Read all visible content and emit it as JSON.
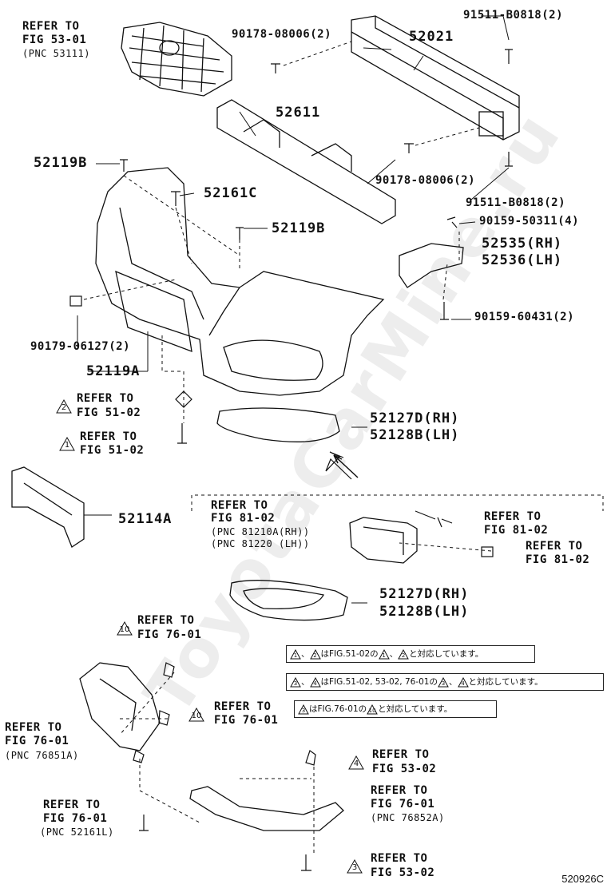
{
  "watermark": "ToyotaCarMine.ru",
  "diagram_code": "520926C",
  "labels": {
    "refer_53_01": [
      "REFER TO",
      "FIG 53-01",
      "(PNC 53111)"
    ],
    "p90178_top": "90178-08006(2)",
    "p52021": "52021",
    "p91511_top": "91511-B0818(2)",
    "p52611": "52611",
    "p52119b_1": "52119B",
    "p52161c": "52161C",
    "p52119b_2": "52119B",
    "p90178_bot": "90178-08006(2)",
    "p91511_bot": "91511-B0818(2)",
    "p90159_50311": "90159-50311(4)",
    "p52535": "52535(RH)",
    "p52536": "52536(LH)",
    "p90159_60431": "90159-60431(2)",
    "p90179": "90179-06127(2)",
    "p52119a": "52119A",
    "refer_51_02_a": [
      "REFER TO",
      "FIG 51-02"
    ],
    "refer_51_02_b": [
      "REFER TO",
      "FIG 51-02"
    ],
    "p52127d_a": "52127D(RH)",
    "p52128b_a": "52128B(LH)",
    "p52114a": "52114A",
    "refer_81_02_lamp": [
      "REFER TO",
      "FIG 81-02",
      "(PNC 81210A(RH))",
      "(PNC 81220  (LH))"
    ],
    "refer_81_02_bolt": [
      "REFER TO",
      "FIG 81-02"
    ],
    "refer_81_02_nut": [
      "REFER TO",
      "FIG 81-02"
    ],
    "p52127d_b": "52127D(RH)",
    "p52128b_b": "52128B(LH)",
    "refer_76_01_top": [
      "REFER TO",
      "FIG 76-01"
    ],
    "refer_76_01_mid": [
      "REFER TO",
      "FIG 76-01"
    ],
    "refer_76_01_left": [
      "REFER TO",
      "FIG 76-01",
      "(PNC 76851A)"
    ],
    "refer_53_02_top": [
      "REFER TO",
      "FIG 53-02"
    ],
    "refer_76_01_right": [
      "REFER TO",
      "FIG 76-01",
      "(PNC 76852A)"
    ],
    "refer_76_01_bot": [
      "REFER TO",
      "FIG 76-01",
      "(PNC 52161L)"
    ],
    "refer_53_02_bot": [
      "REFER TO",
      "FIG 53-02"
    ]
  },
  "triangles": {
    "t2": "2",
    "t1": "1",
    "t10a": "10",
    "t10b": "10",
    "t4": "4",
    "t3": "3"
  },
  "notes": {
    "n1": {
      "a": "1",
      "b": "2",
      "text1": "、",
      "text2": "はFIG.51-02の",
      "c": "1",
      "d": "2",
      "text3": "と対応しています。"
    },
    "n2": {
      "a": "3",
      "b": "4",
      "text1": "、",
      "text2": "はFIG.51-02, 53-02, 76-01の",
      "c": "3",
      "d": "4",
      "text3": "と対応しています。"
    },
    "n3": {
      "a": "3",
      "text2": "はFIG.76-01の",
      "c": "10",
      "text3": "と対応しています。"
    }
  }
}
